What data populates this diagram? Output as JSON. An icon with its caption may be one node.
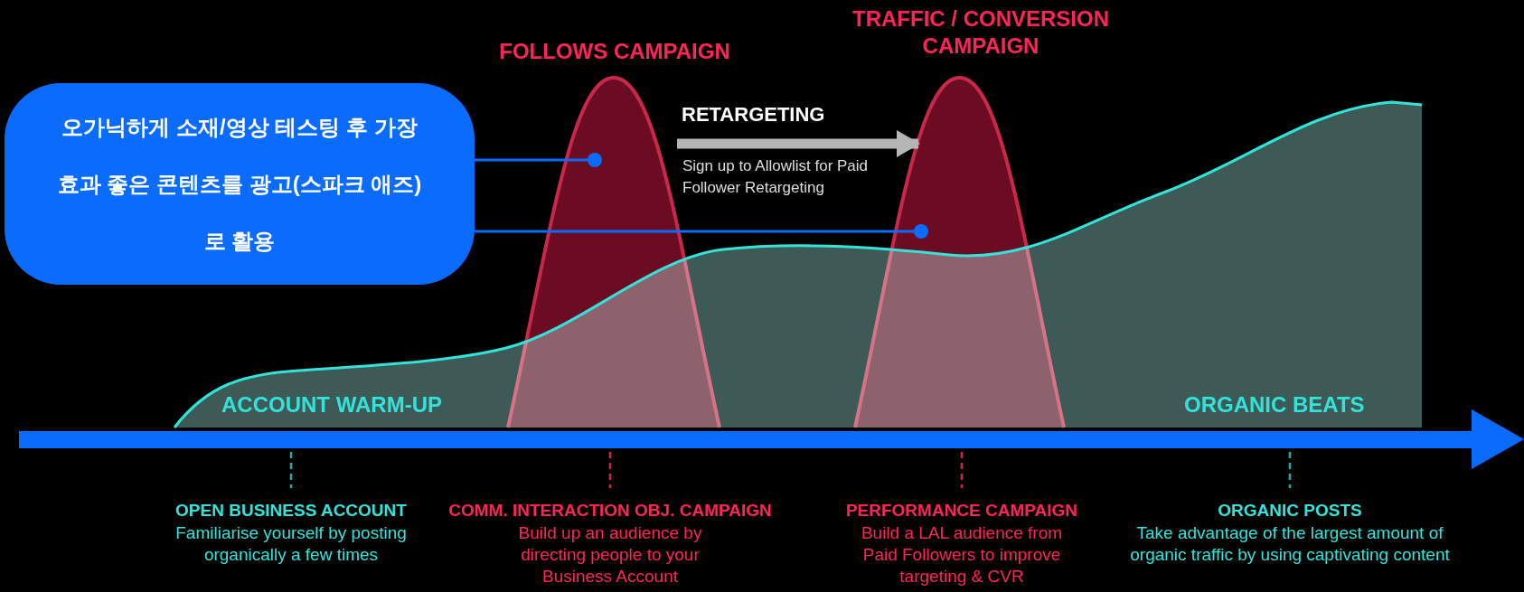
{
  "diagram": {
    "nodes": [
      {
        "text": [
          "오가닉하게 소재/영상 테스팅 후 가장 효과 좋은 콘텐츠를 광고(스파크 애즈)로 활용"
        ]
      },
      {
        "text": [
          "FOLLOWS CAMPAIGN"
        ]
      },
      {
        "text": [
          "TRAFFIC / CONVERSION CAMPAIGN"
        ]
      }
    ],
    "edges": [
      {
        "from": 0,
        "to": 1,
        "arrow": "other"
      },
      {
        "from": 0,
        "to": 2,
        "arrow": "other"
      },
      {
        "from": 1,
        "to": 2,
        "arrow": "to",
        "label": "RETARGETING",
        "style": "thick",
        "color": "#b5b5b5"
      }
    ],
    "labels": [
      "Sign up to Allowlist for Paid Follower Retargeting",
      "ACCOUNT WARM-UP",
      "ORGANIC BEATS",
      "OPEN BUSINESS ACCOUNT",
      "Familiarise yourself by posting organically a few times",
      "COMM. INTERACTION OBJ. CAMPAIGN",
      "Build up an audience by directing people to your Business Account",
      "PERFORMANCE CAMPAIGN",
      "Build a LAL audience from Paid Followers to improve targeting & CVR",
      "ORGANIC POSTS",
      "Take advantage of the largest amount of organic traffic by using captivating content"
    ]
  }
}
